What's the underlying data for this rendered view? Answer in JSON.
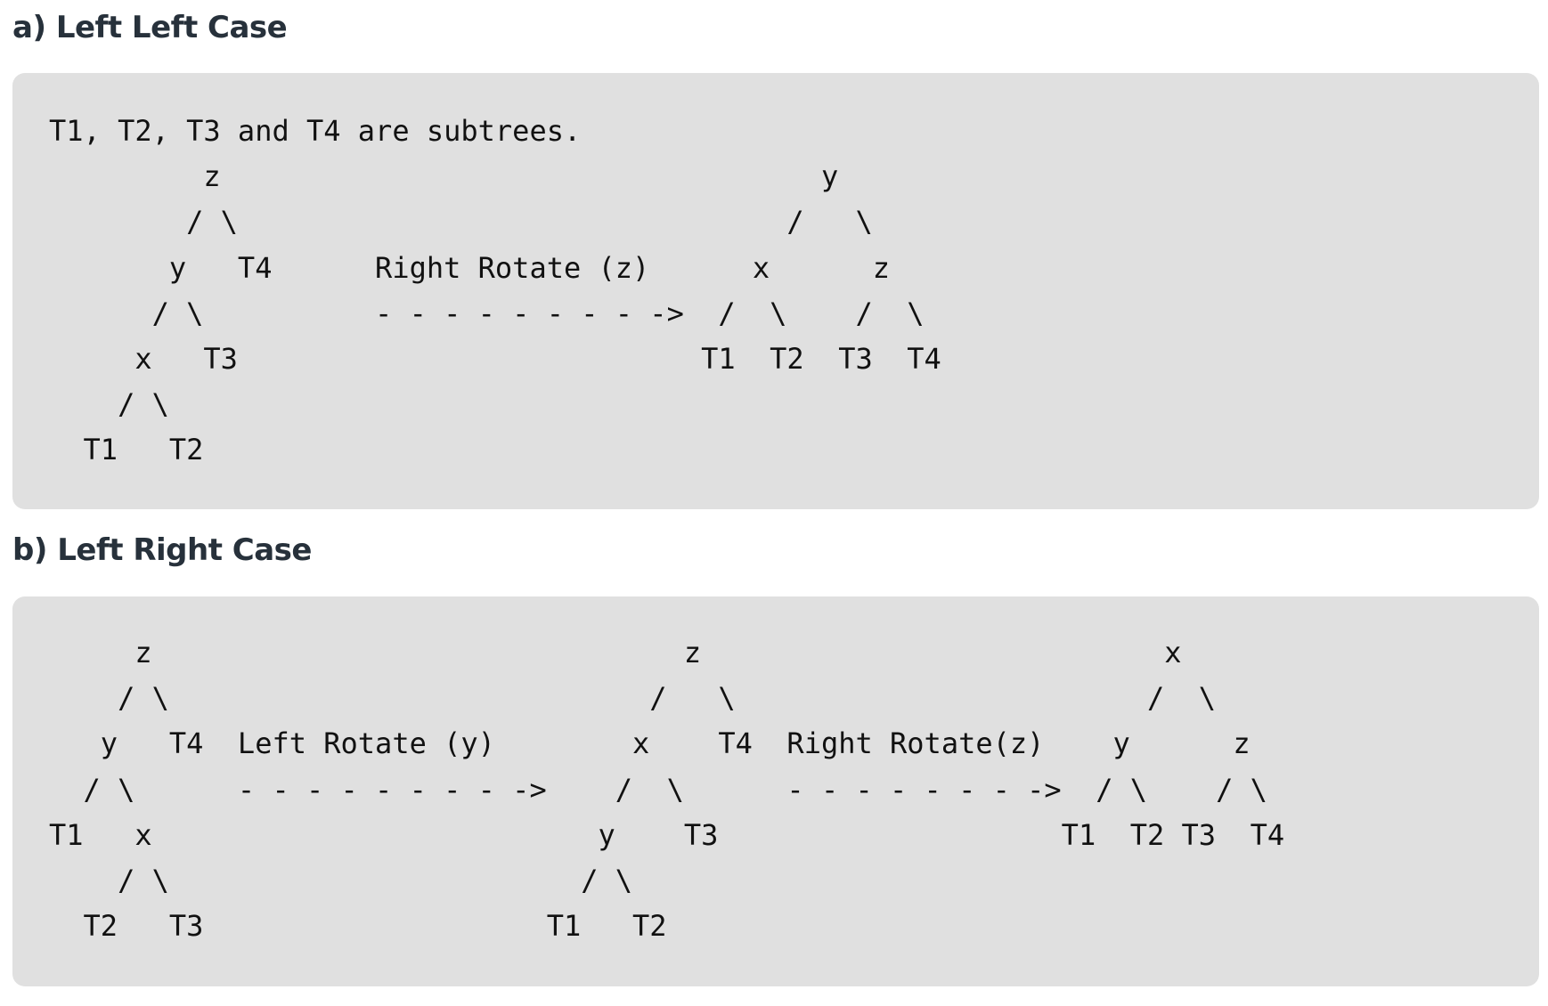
{
  "section_a": {
    "title": "a) Left Left Case",
    "code": "T1, T2, T3 and T4 are subtrees.\n         z                                   y \n        / \\                                /   \\\n       y   T4      Right Rotate (z)      x      z\n      / \\          - - - - - - - - ->  /  \\    /  \\ \n     x   T3                           T1  T2  T3  T4\n    / \\\n  T1   T2"
  },
  "section_b": {
    "title": "b) Left Right Case",
    "code": "     z                               z                           x\n    / \\                            /   \\                        /  \\ \n   y   T4  Left Rotate (y)        x    T4  Right Rotate(z)    y      z\n  / \\      - - - - - - - - ->    /  \\      - - - - - - - ->  / \\    / \\\nT1   x                          y    T3                    T1  T2 T3  T4\n    / \\                        / \\\n  T2   T3                    T1   T2"
  }
}
